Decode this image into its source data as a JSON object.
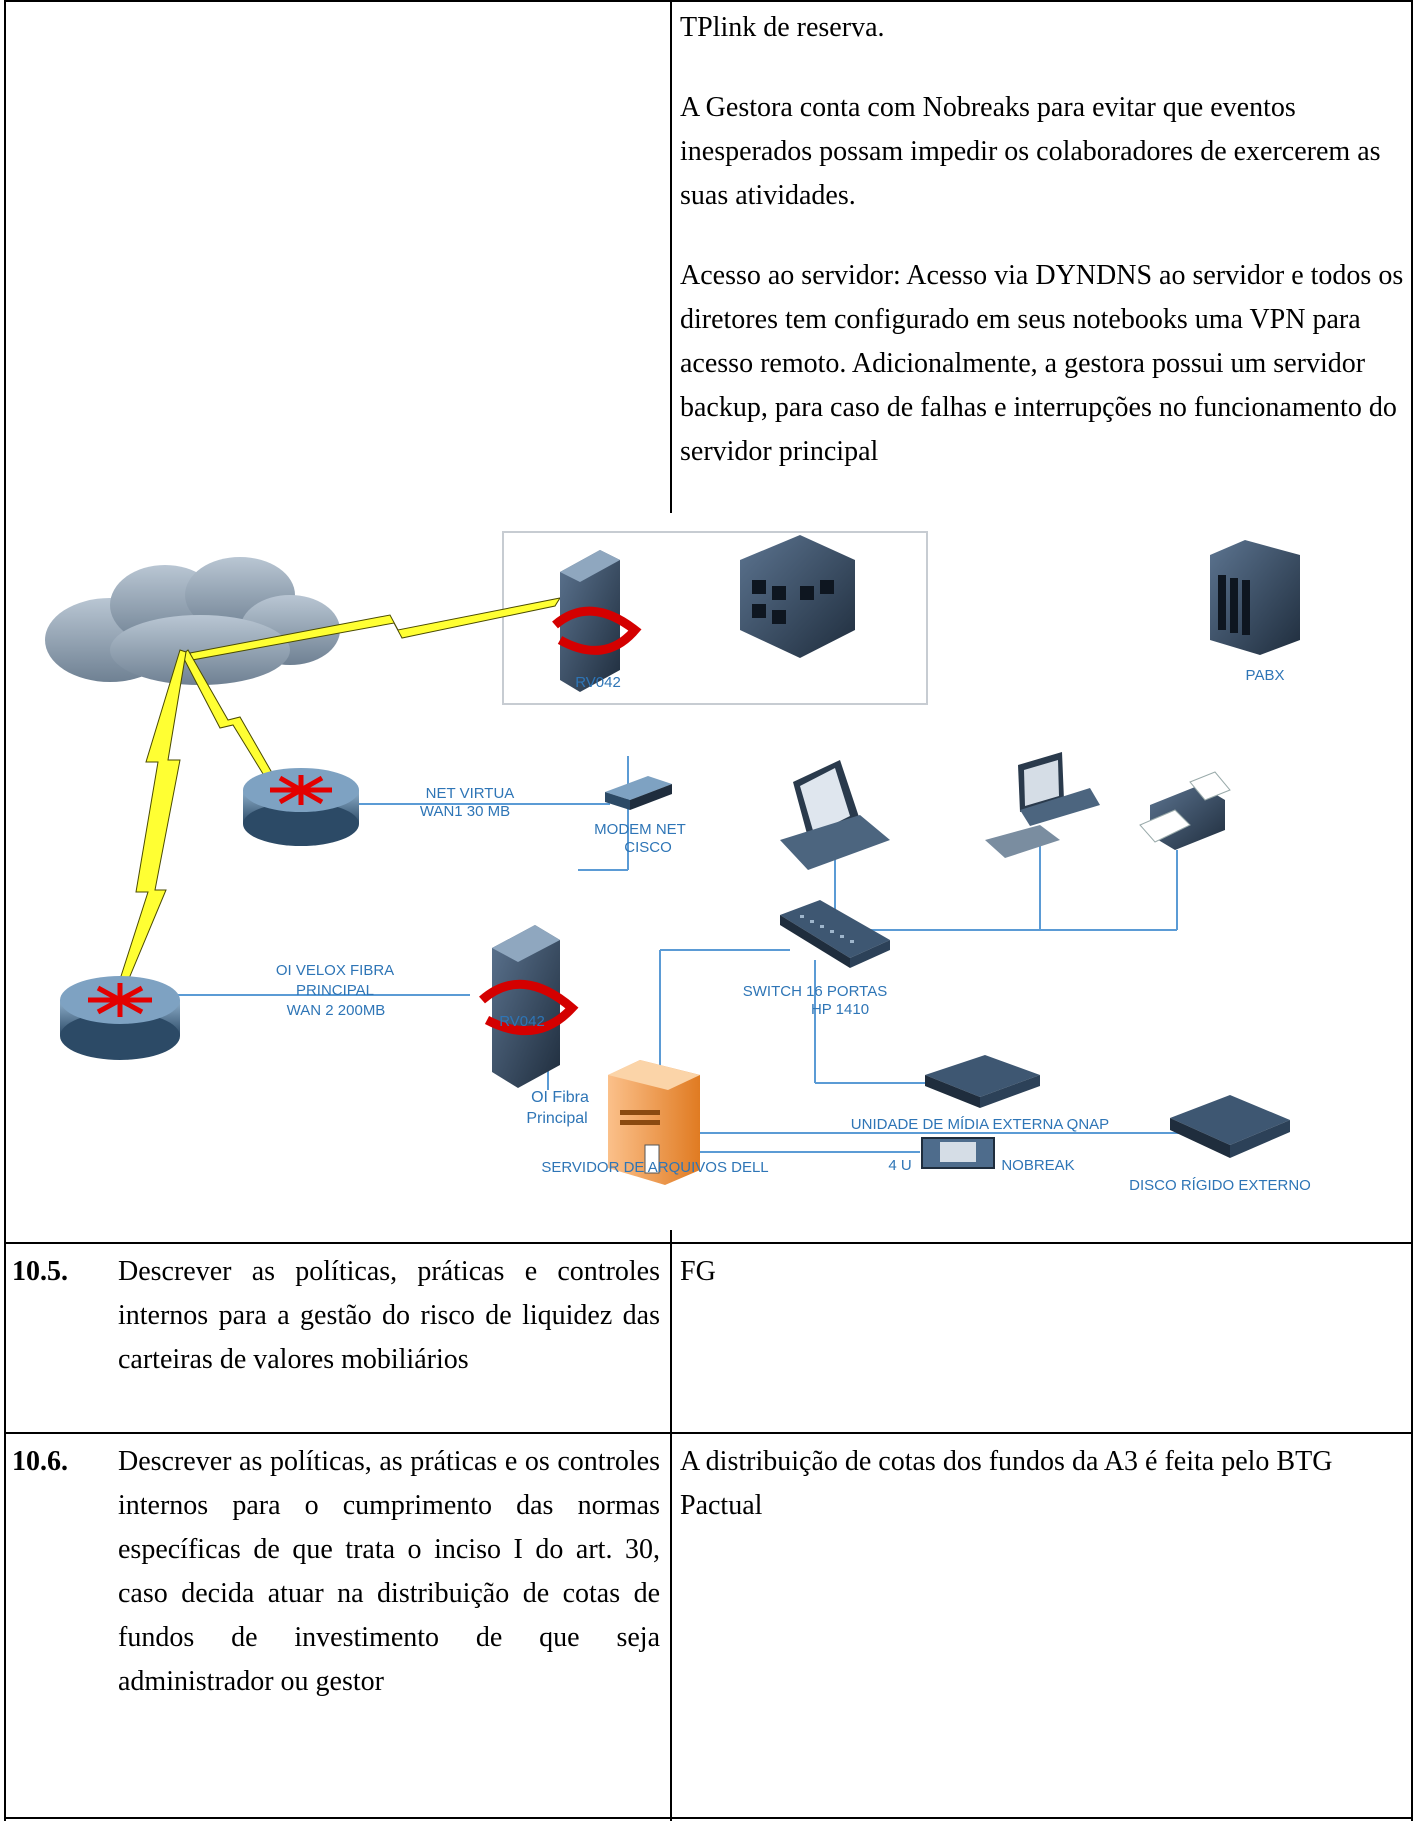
{
  "top_cell": {
    "paragraphs": [
      "TPlink de reserva.",
      "A Gestora conta com Nobreaks para evitar que eventos inesperados possam impedir os colaboradores de exercerem as suas atividades.",
      "Acesso ao servidor: Acesso via DYNDNS ao servidor e todos os diretores tem configurado em seus notebooks uma VPN para acesso remoto. Adicionalmente, a gestora possui um servidor backup, para caso de falhas e interrupções no funcionamento do servidor principal"
    ]
  },
  "diagram": {
    "labels": {
      "rv042_top": "RV042",
      "pabx": "PABX",
      "net_virtua_1": "NET VIRTUA",
      "net_virtua_2": "WAN1 30 MB",
      "modem_1": "MODEM NET",
      "modem_2": "CISCO",
      "oi_velox_1": "OI VELOX FIBRA",
      "oi_velox_2": "PRINCIPAL",
      "oi_velox_3": "WAN 2 200MB",
      "rv042_bottom": "RV042",
      "switch_1": "SWITCH 16 PORTAS",
      "switch_2": "HP 1410",
      "oi_fibra_1": "OI Fibra",
      "oi_fibra_2": "Principal",
      "qnap": "UNIDADE DE MÍDIA EXTERNA QNAP",
      "server": "SERVIDOR DE ARQUIVOS DELL",
      "four_u": "4 U",
      "nobreak": "NOBREAK",
      "disco": "DISCO RÍGIDO EXTERNO"
    },
    "colors": {
      "label": "#2e75b6",
      "link": "#5b9bd5",
      "lightning": "#ffff33",
      "router_arrow": "#ff0000",
      "server": "#f4a460"
    }
  },
  "rows": [
    {
      "number": "10.5.",
      "question": "Descrever as políticas, práticas e controles internos para a gestão do risco de liquidez das carteiras de valores mobiliários",
      "answer": "FG"
    },
    {
      "number": "10.6.",
      "question": "Descrever as políticas, as práticas e os controles internos para o cumprimento das normas específicas de que trata o inciso I do art. 30, caso decida atuar na distribuição de cotas de fundos de investimento de que seja administrador ou gestor",
      "answer": "A distribuição de cotas dos fundos da A3 é feita pelo BTG Pactual"
    }
  ]
}
